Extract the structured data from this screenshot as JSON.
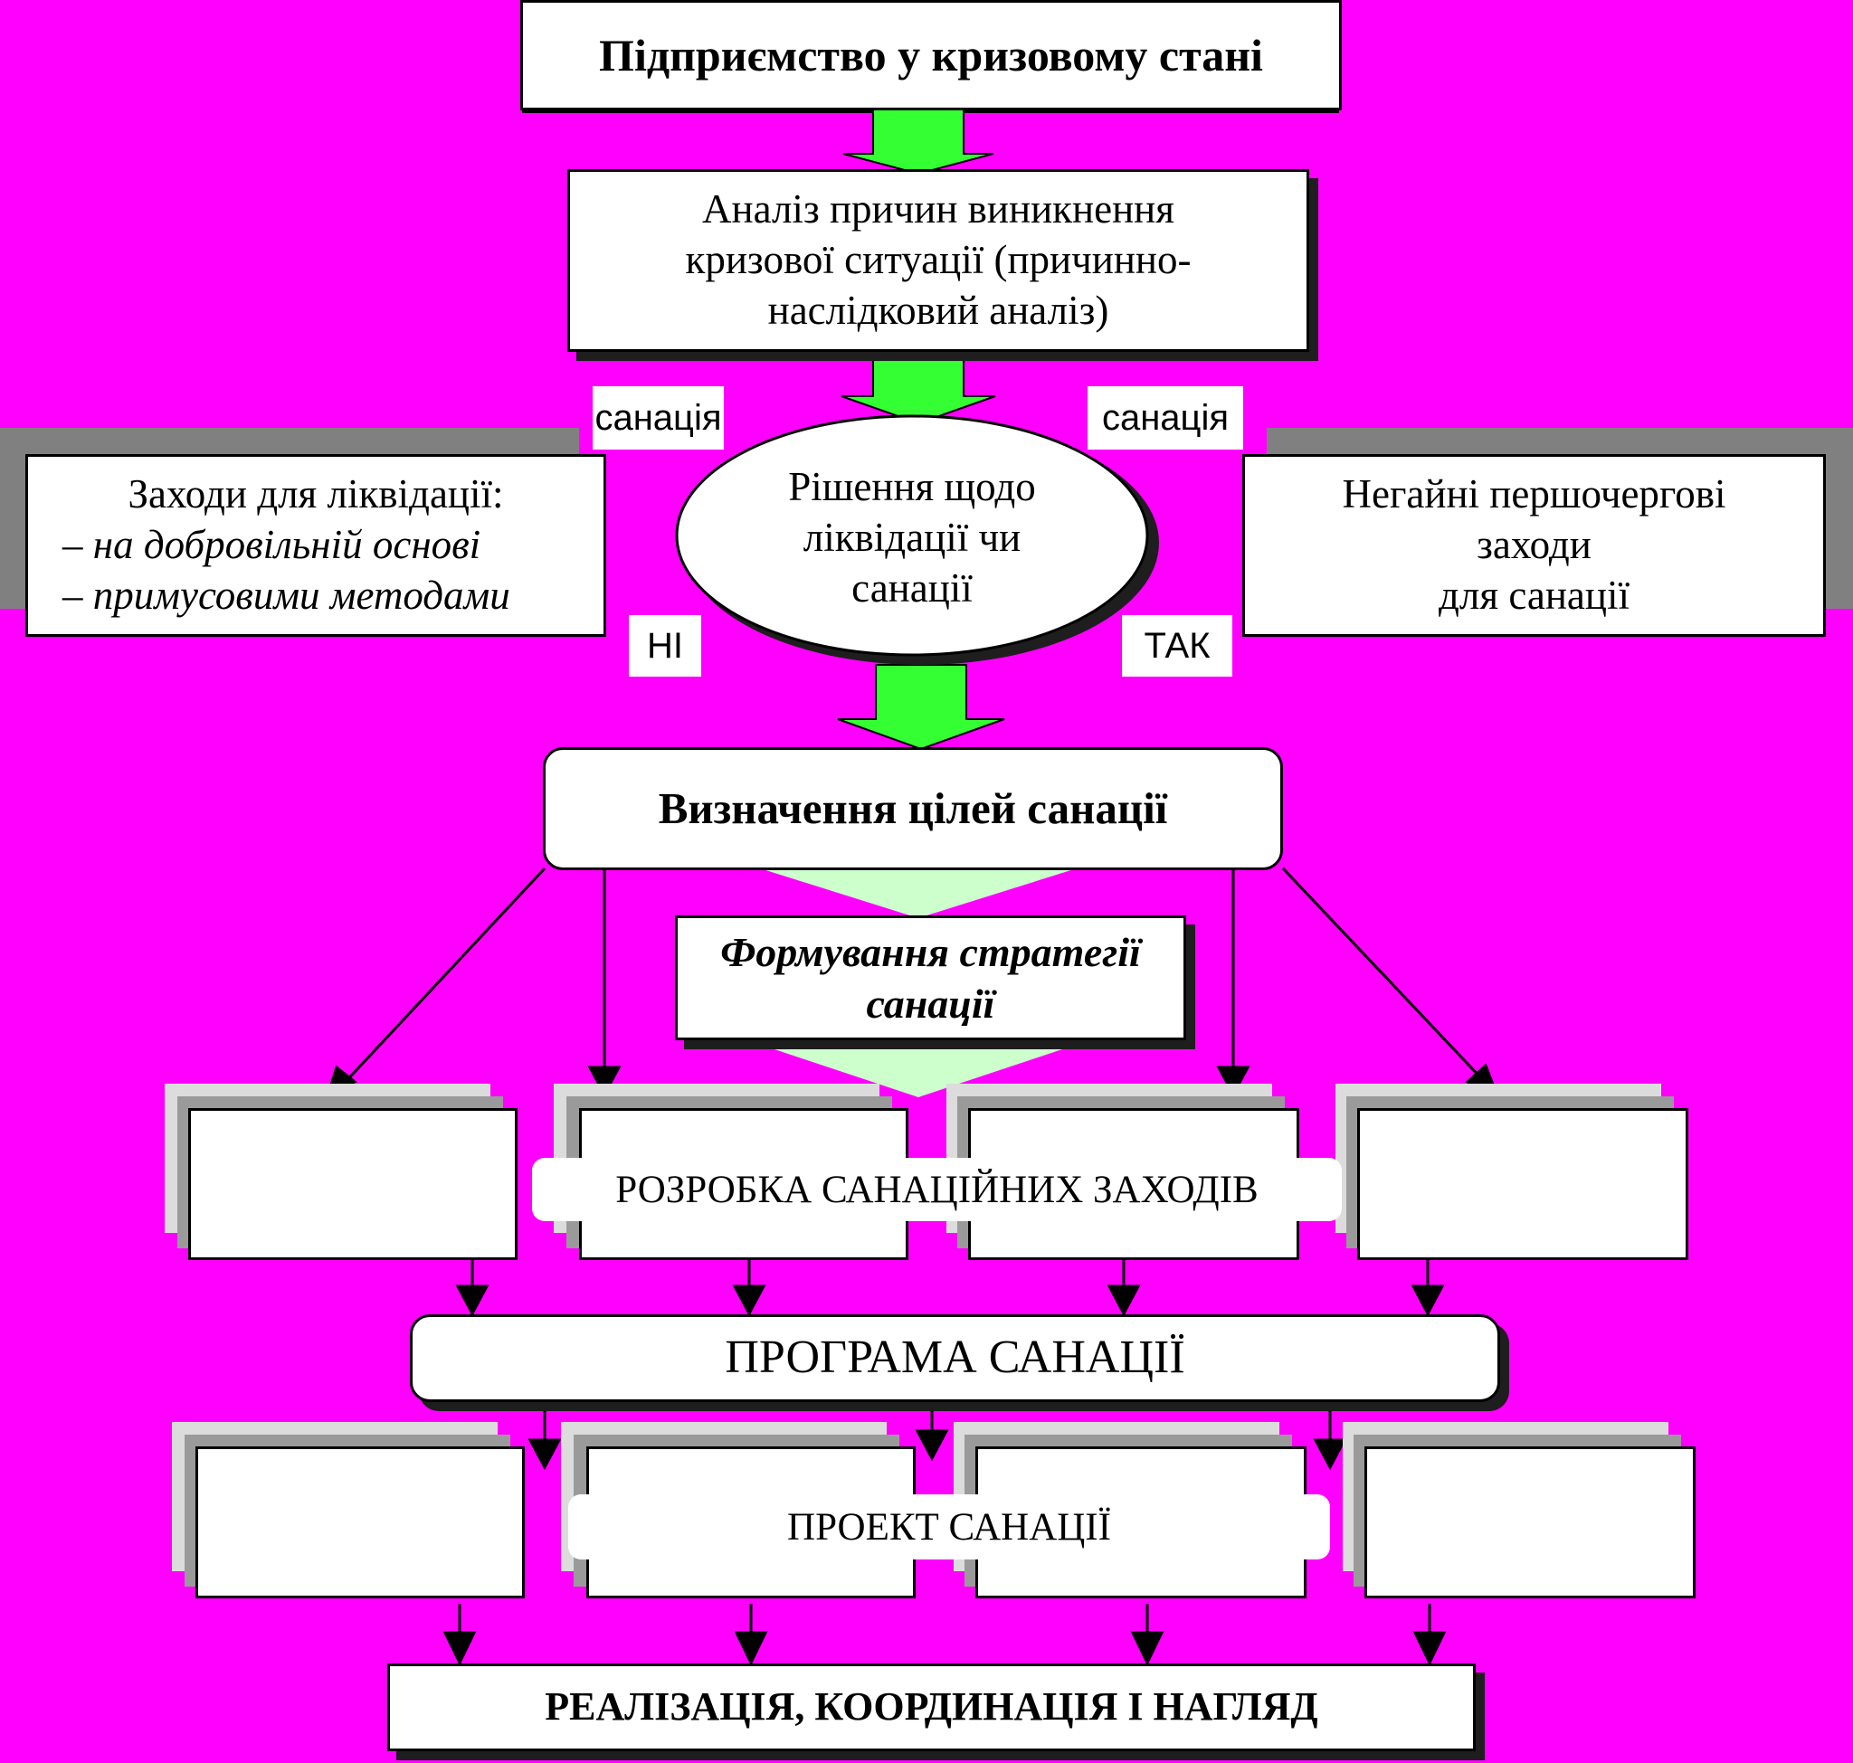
{
  "colors": {
    "background_magenta": "#FF00FF",
    "frame_black": "#000000",
    "arrow_green": "#33FF33",
    "arrow_light_green": "#CCFFCC",
    "box_white": "#FFFFFF",
    "shadow_gray": "#9A9A9A"
  },
  "top_box": {
    "text": "Підприємство у кризовому стані"
  },
  "analysis_box": {
    "lines": [
      "Аналіз причин виникнення",
      "кризової ситуації (причинно-",
      "наслідковий аналіз)"
    ]
  },
  "decision_ellipse": {
    "lines": [
      "Рішення щодо",
      "ліквідації чи",
      "санації"
    ]
  },
  "labels": {
    "sanatsiya_left": "санація",
    "sanatsiya_right": "санація",
    "no": "НІ",
    "yes": "ТАК"
  },
  "liquidation_box": {
    "title": "Заходи для ліквідації:",
    "items": [
      "– на добровільній основі",
      "– примусовими методами"
    ]
  },
  "urgent_box": {
    "lines": [
      "Негайні першочергові",
      "заходи",
      "для санації"
    ]
  },
  "goals_box": {
    "text": "Визначення цілей санації"
  },
  "strategy_box": {
    "lines": [
      "Формування стратегії",
      "санації"
    ]
  },
  "measures_banner": {
    "text": "РОЗРОБКА САНАЦІЙНИХ ЗАХОДІВ"
  },
  "program_box": {
    "text": "ПРОГРАМА САНАЦІЇ"
  },
  "project_banner": {
    "text": "ПРОЕКТ САНАЦІЇ"
  },
  "final_box": {
    "text": "РЕАЛІЗАЦІЯ, КООРДИНАЦІЯ І НАГЛЯД"
  }
}
